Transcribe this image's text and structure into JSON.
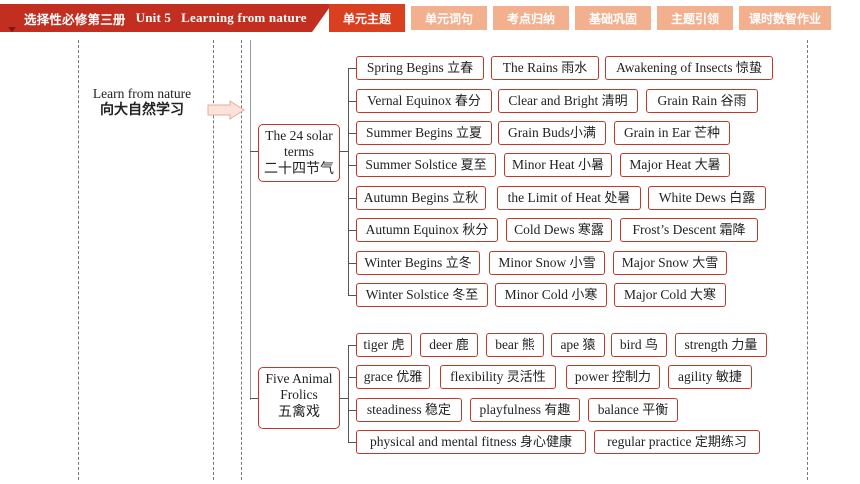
{
  "header": {
    "book": "选择性必修第三册",
    "unit": "Unit 5",
    "topic": "Learning from nature",
    "tabs": [
      {
        "label": "单元主题",
        "active": true
      },
      {
        "label": "单元词句",
        "active": false
      },
      {
        "label": "考点归纳",
        "active": false
      },
      {
        "label": "基础巩固",
        "active": false
      },
      {
        "label": "主题引领",
        "active": false
      },
      {
        "label": "课时数智作业",
        "active": false
      }
    ]
  },
  "intro": {
    "en": "Learn from nature",
    "cn": "向大自然学习"
  },
  "solar_terms": {
    "branch_en": "The 24 solar terms",
    "branch_cn": "二十四节气",
    "rows": [
      [
        {
          "en": "Spring Begins",
          "cn": "立春"
        },
        {
          "en": "The Rains",
          "cn": "雨水"
        },
        {
          "en": "Awakening of Insects",
          "cn": "惊蛰"
        }
      ],
      [
        {
          "en": "Vernal Equinox",
          "cn": "春分"
        },
        {
          "en": "Clear and Bright",
          "cn": "清明"
        },
        {
          "en": "Grain Rain",
          "cn": "谷雨"
        }
      ],
      [
        {
          "en": "Summer Begins",
          "cn": "立夏"
        },
        {
          "en": "Grain Buds",
          "cn": "小满"
        },
        {
          "en": "Grain in Ear",
          "cn": "芒种"
        }
      ],
      [
        {
          "en": "Summer Solstice",
          "cn": "夏至"
        },
        {
          "en": "Minor Heat",
          "cn": "小暑"
        },
        {
          "en": "Major Heat",
          "cn": "大暑"
        }
      ],
      [
        {
          "en": "Autumn Begins",
          "cn": "立秋"
        },
        {
          "en": "the Limit of Heat",
          "cn": "处暑"
        },
        {
          "en": "White Dews",
          "cn": "白露"
        }
      ],
      [
        {
          "en": "Autumn Equinox",
          "cn": "秋分"
        },
        {
          "en": "Cold Dews",
          "cn": "寒露"
        },
        {
          "en": "Frost’s Descent",
          "cn": "霜降"
        }
      ],
      [
        {
          "en": "Winter Begins",
          "cn": "立冬"
        },
        {
          "en": "Minor Snow",
          "cn": "小雪"
        },
        {
          "en": "Major Snow",
          "cn": "大雪"
        }
      ],
      [
        {
          "en": "Winter Solstice",
          "cn": "冬至"
        },
        {
          "en": "Minor Cold",
          "cn": "小寒"
        },
        {
          "en": "Major Cold",
          "cn": "大寒"
        }
      ]
    ]
  },
  "five_animals": {
    "branch_en": "Five Animal Frolics",
    "branch_cn": "五禽戏",
    "rows": [
      [
        {
          "en": "tiger",
          "cn": "虎"
        },
        {
          "en": "deer",
          "cn": "鹿"
        },
        {
          "en": "bear",
          "cn": "熊"
        },
        {
          "en": "ape",
          "cn": "猿"
        },
        {
          "en": "bird",
          "cn": "鸟"
        },
        {
          "en": "strength",
          "cn": "力量"
        }
      ],
      [
        {
          "en": "grace",
          "cn": "优雅"
        },
        {
          "en": "flexibility",
          "cn": "灵活性"
        },
        {
          "en": "power",
          "cn": "控制力"
        },
        {
          "en": "agility",
          "cn": "敏捷"
        }
      ],
      [
        {
          "en": "steadiness",
          "cn": "稳定"
        },
        {
          "en": "playfulness",
          "cn": "有趣"
        },
        {
          "en": "balance",
          "cn": "平衡"
        }
      ],
      [
        {
          "en": "physical and mental fitness",
          "cn": "身心健康"
        },
        {
          "en": "regular practice",
          "cn": "定期练习"
        }
      ]
    ]
  }
}
